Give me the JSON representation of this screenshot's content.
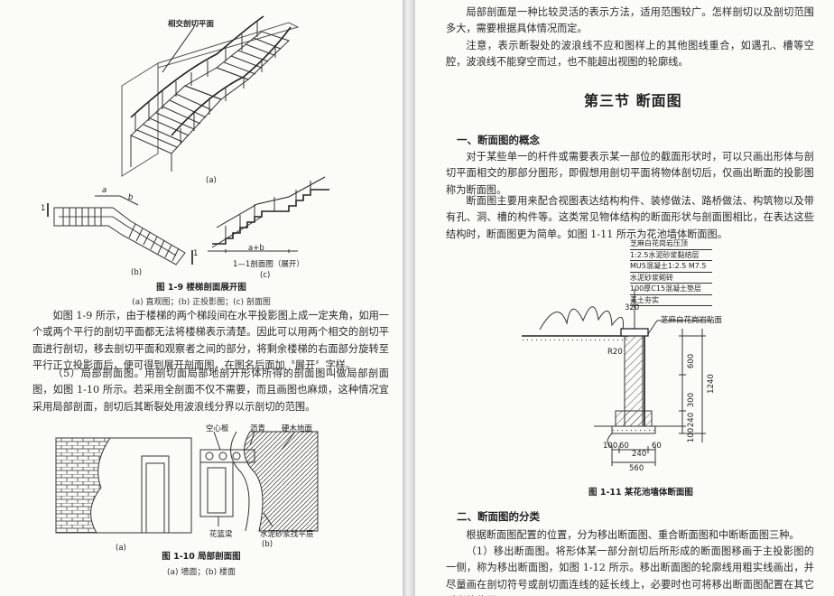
{
  "left": {
    "fig_a_callout": "相交剖切平面",
    "fig_a_sub": "(a)",
    "fig_b_sub": "(b)",
    "fig_c_sub": "(c)",
    "fig_c_label": "1—1剖面图（展开）",
    "dim_a": "a",
    "dim_b": "b",
    "dim_ab": "a+b",
    "section_mark": "1",
    "fig9_title": "图 1-9  楼梯剖面展开图",
    "fig9_sub": "(a) 直观图；(b) 正投影图；(c) 剖面图",
    "para1": "如图 1-9 所示，由于楼梯的两个梯段间在水平投影图上成一定夹角，如用一个或两个平行的剖切平面都无法将楼梯表示清楚。因此可以用两个相交的剖切平面进行剖切，移去剖切平面和观察者之间的部分，将剩余楼梯的右面部分旋转至平行正立投影面后，便可得到展开剖面图，在图名后面加〝展开〞字样。",
    "para2": "（5）局部剖面图。用剖切面局部地剖开形体所得的剖面图叫做局部剖面图，如图 1-10 所示。若采用全剖面不仅不需要，而且画图也麻烦，这种情况宜采用局部剖面，剖切后其断裂处用波浪线分界以示剖切的范围。",
    "fig10_labels": [
      "空心板",
      "沥青",
      "硬木地面",
      "花篮梁",
      "水泥砂浆找平层"
    ],
    "fig10_a": "(a)",
    "fig10_b": "(b)",
    "fig10_title": "图 1-10  局部剖面图",
    "fig10_sub": "(a) 墙面；(b) 楼面"
  },
  "right": {
    "para_top1": "局部剖面是一种比较灵活的表示方法，适用范围较广。怎样剖切以及剖切范围多大，需要根据具体情况而定。",
    "para_top2": "注意，表示断裂处的波浪线不应和图样上的其他图线重合，如遇孔、槽等空腔，波浪线不能穿空而过，也不能超出视图的轮廓线。",
    "section_title": "第三节    断面图",
    "h1": "一、断面图的概念",
    "para_c1": "对于某些单一的杆件或需要表示某一部位的截面形状时，可以只画出形体与剖切平面相交的那部分图形，即假想用剖切平面将物体剖切后，仅画出断面的投影图称为断面图。",
    "para_c2": "断面图主要用来配合视图表达结构构件、装修做法、路桥做法、构筑物以及带有孔、洞、槽的构件等。这类常见物体结构的断面形状与剖面图相比，在表达这些结构时，断面图更为简单。如图 1-11 所示为花池墙体断面图。",
    "wall_notes": [
      "芝麻白花岗岩压顶",
      "1:2.5水泥砂浆黏结层",
      "MU5混凝土1:2.5 M7.5",
      "水泥砂浆砌砖",
      "100厚C15混凝土垫层",
      "素土夯实"
    ],
    "wall_face_label": "芝麻白花岗岩贴面",
    "dims": [
      "320",
      "600",
      "1240",
      "300",
      "240",
      "100",
      "100",
      "60",
      "240",
      "60",
      "560",
      "R20"
    ],
    "fig11_title": "图 1-11  某花池墙体断面图",
    "h2": "二、断面图的分类",
    "para_d1": "根据断面图配置的位置，分为移出断面图、重合断面图和中断断面图三种。",
    "para_d2": "（1）移出断面图。将形体某一部分剖切后所形成的断面图移画于主投影图的一侧，称为移出断面图，如图 1-12 所示。移出断面图的轮廓线用粗实线画出，并尽量画在剖切符号或剖切面连线的延长线上，必要时也可将移出断面图配置在其它适当的位置。"
  }
}
